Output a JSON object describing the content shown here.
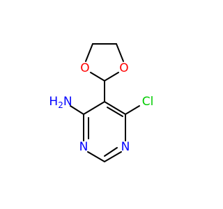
{
  "molecule": {
    "atoms": {
      "o_left": {
        "label": "O",
        "color": "#ff0000"
      },
      "o_right": {
        "label": "O",
        "color": "#ff0000"
      },
      "cl": {
        "label": "Cl",
        "color": "#00cc00"
      },
      "nh2": {
        "label": "H2N",
        "label_main": "H",
        "label_sub": "2",
        "label_tail": "N",
        "color": "#0000ff"
      },
      "n_left": {
        "label": "N",
        "color": "#0000ff"
      },
      "n_right": {
        "label": "N",
        "color": "#0000ff"
      }
    },
    "bond_color": "#000000"
  }
}
